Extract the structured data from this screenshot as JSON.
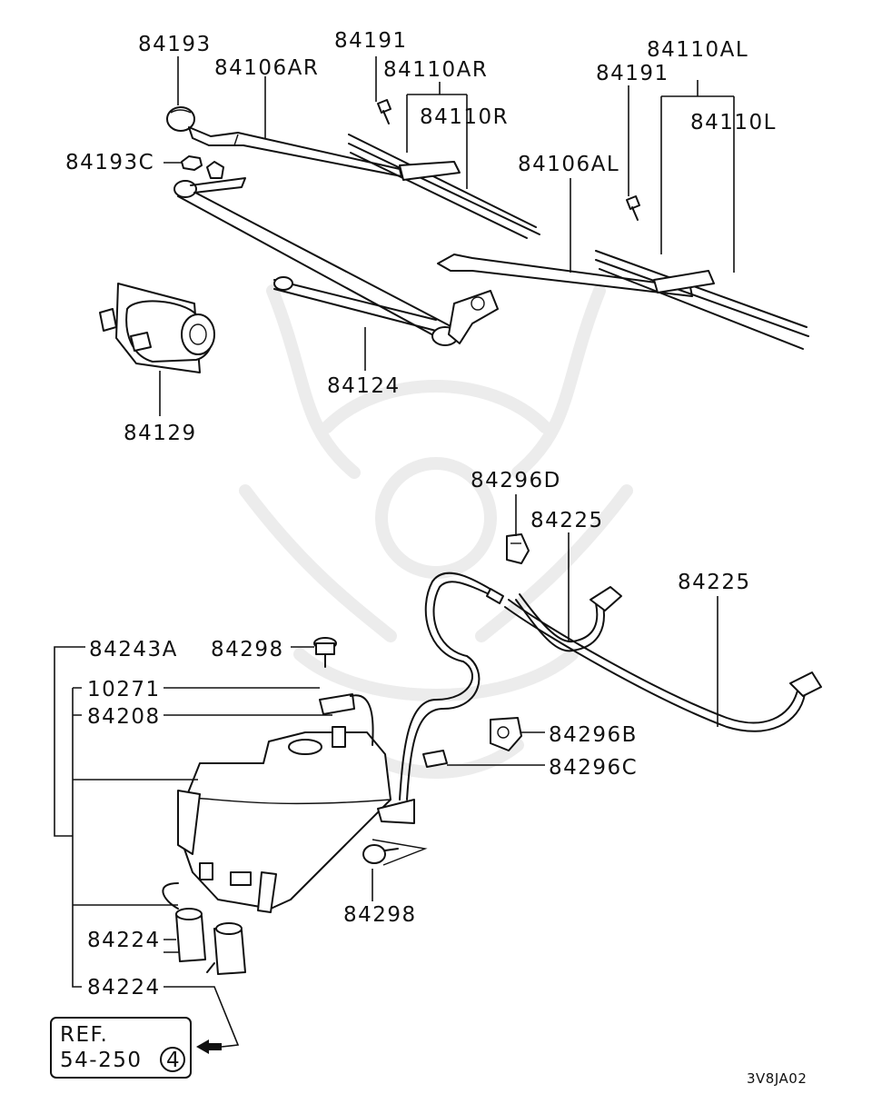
{
  "diagram_code": "3V8JA02",
  "callouts": {
    "c84193": "84193",
    "c84191_left": "84191",
    "c84110AR": "84110AR",
    "c84106AR": "84106AR",
    "c84110R": "84110R",
    "c84193C": "84193C",
    "c84110AL": "84110AL",
    "c84191_right": "84191",
    "c84110L": "84110L",
    "c84106AL": "84106AL",
    "c84124": "84124",
    "c84129": "84129",
    "c84296D": "84296D",
    "c84225_inner": "84225",
    "c84225_outer": "84225",
    "c84243A": "84243A",
    "c84298_top": "84298",
    "c10271": "10271",
    "c84208": "84208",
    "c84296B": "84296B",
    "c84296C": "84296C",
    "c84298_bottom": "84298",
    "c84224_upper": "84224",
    "c84224_lower": "84224"
  },
  "reference": {
    "line1": "REF.",
    "line2": "54-250",
    "circled_number": "4"
  },
  "icons": {
    "reference_arrow": "arrow-left-icon",
    "watermark": "samurai-helmet-watermark"
  }
}
